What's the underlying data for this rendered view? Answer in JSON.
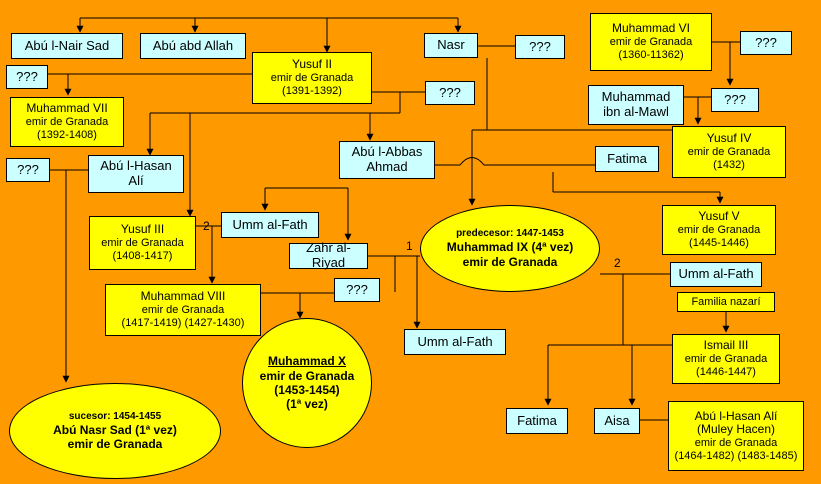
{
  "people": {
    "abu_nair_sad": "Abú l-Nair Sad",
    "abu_abd_allah": "Abú abd Allah",
    "yusuf2": {
      "name": "Yusuf II",
      "title": "emir de Granada",
      "years": "(1391-1392)"
    },
    "nasr": "Nasr",
    "muhammad6": {
      "name": "Muhammad VI",
      "title": "emir de Granada",
      "years": "(1360-11362)"
    },
    "muhammad_ibn_mawl": {
      "line1": "Muhammad",
      "line2": "ibn al-Mawl"
    },
    "muhammad7": {
      "name": "Muhammad VII",
      "title": "emir de Granada",
      "years": "(1392-1408)"
    },
    "yusuf4": {
      "name": "Yusuf IV",
      "title": "emir de Granada",
      "years": "(1432)"
    },
    "abu_hasan_ali": {
      "line1": "Abú l-Hasan",
      "line2": "Alí"
    },
    "abu_abbas": {
      "line1": "Abú l-Abbas",
      "line2": "Ahmad"
    },
    "fatima_top": "Fatima",
    "umm_fath_1": "Umm al-Fath",
    "yusuf3": {
      "name": "Yusuf III",
      "title": "emir de Granada",
      "years": "(1408-1417)"
    },
    "zahr": "Zahr al-Riyad",
    "muhammad9": {
      "pre": "predecesor: 1447-1453",
      "name": "Muhammad IX (4ª vez)",
      "title": "emir de Granada"
    },
    "yusuf5": {
      "name": "Yusuf V",
      "title": "emir de Granada",
      "years": "(1445-1446)"
    },
    "umm_fath_2": "Umm al-Fath",
    "familia": "Familia nazarí",
    "muhammad8": {
      "name": "Muhammad VIII",
      "title": "emir de Granada",
      "years": "(1417-1419) (1427-1430)"
    },
    "ismail3": {
      "name": "Ismail III",
      "title": "emir de Granada",
      "years": "(1446-1447)"
    },
    "umm_fath_3": "Umm al-Fath",
    "muhammad10": {
      "name": "Muhammad X",
      "title": "emir de Granada",
      "years": "(1453-1454)",
      "vez": "(1ª vez)"
    },
    "abu_nasr": {
      "pre": "sucesor: 1454-1455",
      "name": "Abú Nasr Sad (1ª vez)",
      "title": "emir de Granada"
    },
    "fatima_bottom": "Fatima",
    "aisa": "Aisa",
    "muley": {
      "name": "Abú l-Hasan Alí",
      "alias": "(Muley Hacen)",
      "title": "emir de Granada",
      "years": "(1464-1482) (1483-1485)"
    }
  },
  "unknowns": {
    "q1": "???",
    "q2": "???",
    "q3": "???",
    "q4": "???",
    "q5": "???",
    "q6": "???",
    "q7": "???"
  },
  "marriage_labels": {
    "m1": "2",
    "m2": "1",
    "m3": "2"
  }
}
